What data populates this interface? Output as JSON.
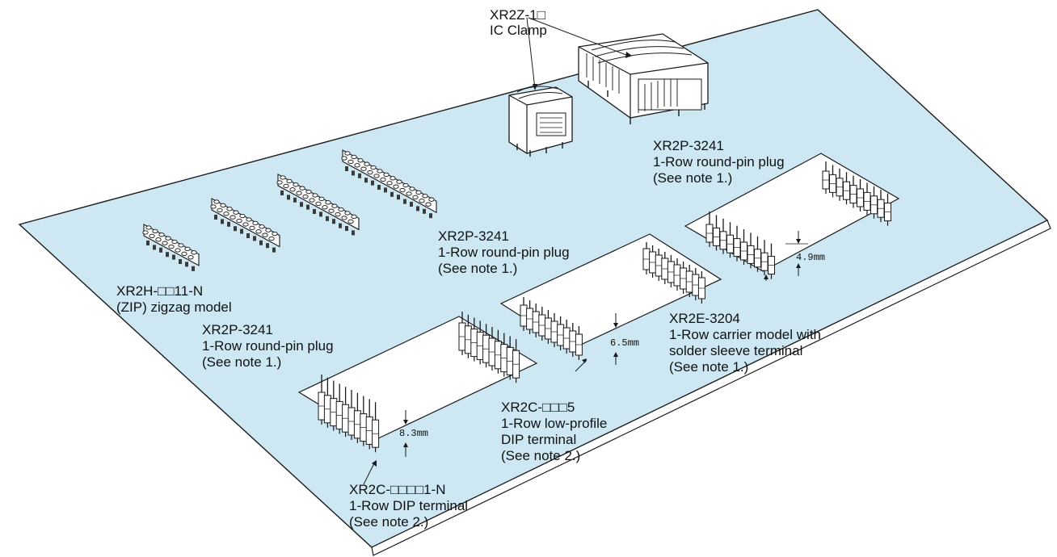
{
  "colors": {
    "board_fill": "#cde7f3",
    "board_stroke": "#1a1a1a",
    "line": "#1a1a1a",
    "part_fill": "#ffffff"
  },
  "labels": {
    "ic_clamp": [
      "XR2Z-1□",
      "IC Clamp"
    ],
    "plug_top": [
      "XR2P-3241",
      "1-Row round-pin plug",
      "(See note 1.)"
    ],
    "plug_middle": [
      "XR2P-3241",
      "1-Row round-pin plug",
      "(See note 1.)"
    ],
    "zip_model": [
      "XR2H-□□11-N",
      "(ZIP) zigzag model"
    ],
    "plug_left": [
      "XR2P-3241",
      "1-Row round-pin plug",
      "(See note 1.)"
    ],
    "carrier_model": [
      "XR2E-3204",
      "1-Row carrier model with",
      "solder sleeve terminal",
      "(See note 1.)"
    ],
    "low_profile_dip": [
      "XR2C-□□□5",
      "1-Row low-profile",
      "DIP terminal",
      "(See note 2.)"
    ],
    "dip_terminal": [
      "XR2C-□□□□1-N",
      "1-Row DIP terminal",
      "(See note 2.)"
    ]
  },
  "dimensions": {
    "carrier_height": "4.9mm",
    "low_profile_height": "6.5mm",
    "dip_height": "8.3mm"
  },
  "icons": [
    "pcb-board",
    "ic-clamp",
    "zip-socket",
    "round-pin-plug",
    "dip-terminal",
    "carrier-terminal"
  ]
}
